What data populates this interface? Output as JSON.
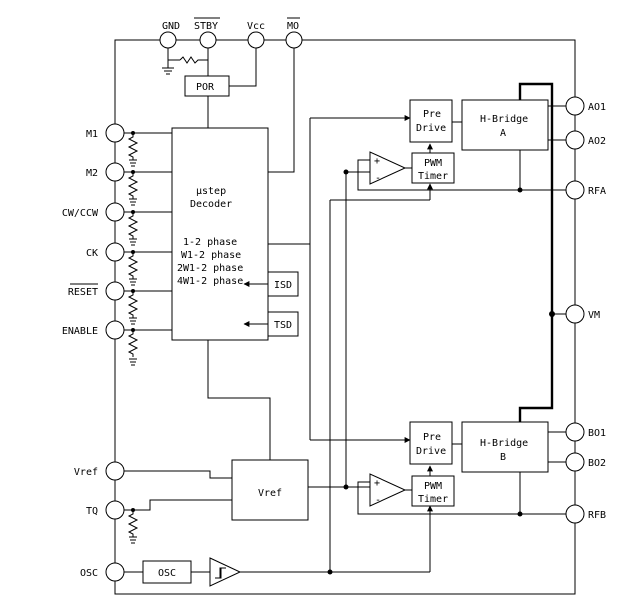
{
  "pins": {
    "gnd": "GND",
    "stby": "STBY",
    "vcc": "Vcc",
    "mo": "MO",
    "m1": "M1",
    "m2": "M2",
    "cw_ccw": "CW/CCW",
    "ck": "CK",
    "reset": "RESET",
    "enable": "ENABLE",
    "vref": "Vref",
    "tq": "TQ",
    "osc": "OSC",
    "ao1": "AO1",
    "ao2": "AO2",
    "rfa": "RFA",
    "vm": "VM",
    "bo1": "BO1",
    "bo2": "BO2",
    "rfb": "RFB"
  },
  "blocks": {
    "por": "POR",
    "decoder_line1": "μstep",
    "decoder_line2": "Decoder",
    "phase_1": "1-2 phase",
    "phase_2": "W1-2 phase",
    "phase_3": "2W1-2 phase",
    "phase_4": "4W1-2 phase",
    "isd": "ISD",
    "tsd": "TSD",
    "vref": "Vref",
    "osc": "OSC",
    "predrive_a_1": "Pre",
    "predrive_a_2": "Drive",
    "predrive_b_1": "Pre",
    "predrive_b_2": "Drive",
    "pwm_a_1": "PWM",
    "pwm_a_2": "Timer",
    "pwm_b_1": "PWM",
    "pwm_b_2": "Timer",
    "hbridge_a_1": "H-Bridge",
    "hbridge_a_2": "A",
    "hbridge_b_1": "H-Bridge",
    "hbridge_b_2": "B",
    "comp_plus": "+",
    "comp_minus": "-"
  }
}
